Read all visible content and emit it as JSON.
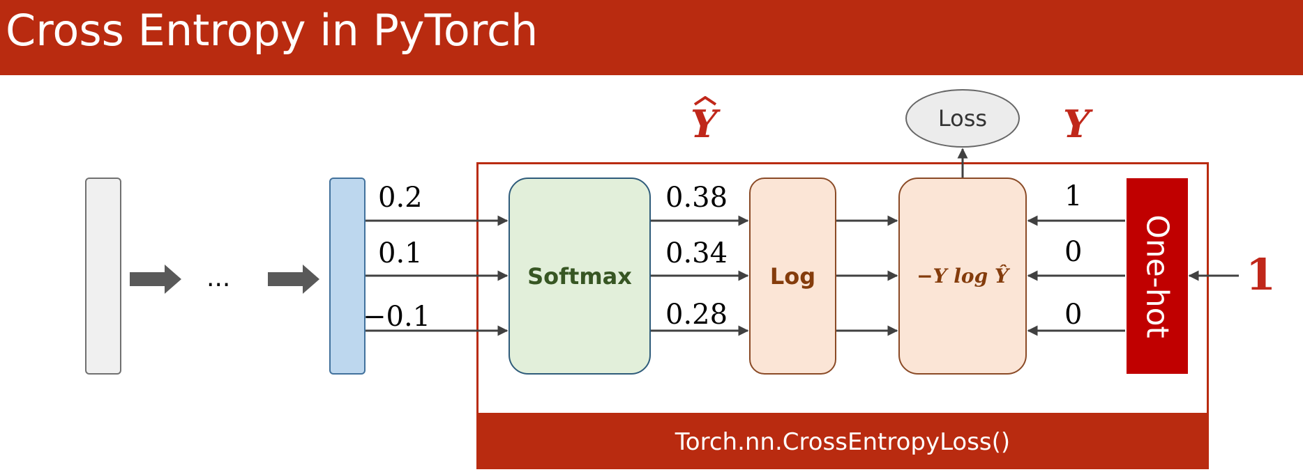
{
  "title": "Cross Entropy in PyTorch",
  "ellipsis": "...",
  "logits": [
    "0.2",
    "0.1",
    "−0.1"
  ],
  "softmax_label": "Softmax",
  "probs": [
    "0.38",
    "0.34",
    "0.28"
  ],
  "log_label": "Log",
  "formula": "−Y log Ŷ",
  "targets": [
    "1",
    "0",
    "0"
  ],
  "onehot_label": "One-hot",
  "class_index": "1",
  "loss_label": "Loss",
  "yhat_label": "Y",
  "y_label": "Y",
  "module_label": "Torch.nn.CrossEntropyLoss()",
  "colors": {
    "title_bar": "#b92b10",
    "softmax_fill": "#e2efda",
    "log_fill": "#fbe5d6",
    "onehot_fill": "#c00000",
    "vector_fill": "#bdd7ee",
    "accent_text": "#c0271a"
  }
}
